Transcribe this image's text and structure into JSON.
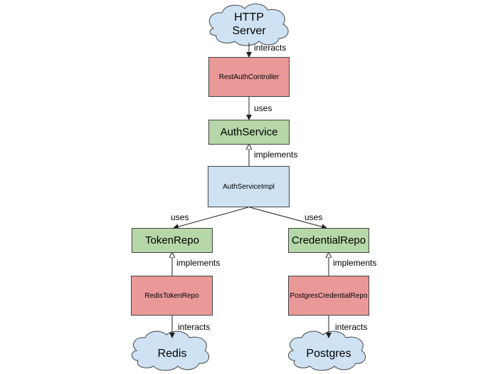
{
  "nodes": {
    "http_server": "HTTP\nServer",
    "rest_auth_controller": "RestAuthController",
    "auth_service": "AuthService",
    "auth_service_impl": "AuthServiceImpl",
    "token_repo": "TokenRepo",
    "credential_repo": "CredentialRepo",
    "redis_token_repo": "RedisTokenRepo",
    "postgres_credential_repo": "PostgresCredentialRepo",
    "redis": "Redis",
    "postgres": "Postgres"
  },
  "edges": {
    "server_interacts": "interacts",
    "controller_uses": "uses",
    "impl_implements": "implements",
    "impl_uses_token": "uses",
    "impl_uses_credential": "uses",
    "redis_repo_implements": "implements",
    "postgres_repo_implements": "implements",
    "redis_repo_interacts": "interacts",
    "postgres_repo_interacts": "interacts"
  },
  "colors": {
    "implementation_fill": "#ea9999",
    "interface_fill": "#b6d7a8",
    "service_impl_fill": "#cfe2f3",
    "cloud_fill": "#cfe2f3"
  }
}
